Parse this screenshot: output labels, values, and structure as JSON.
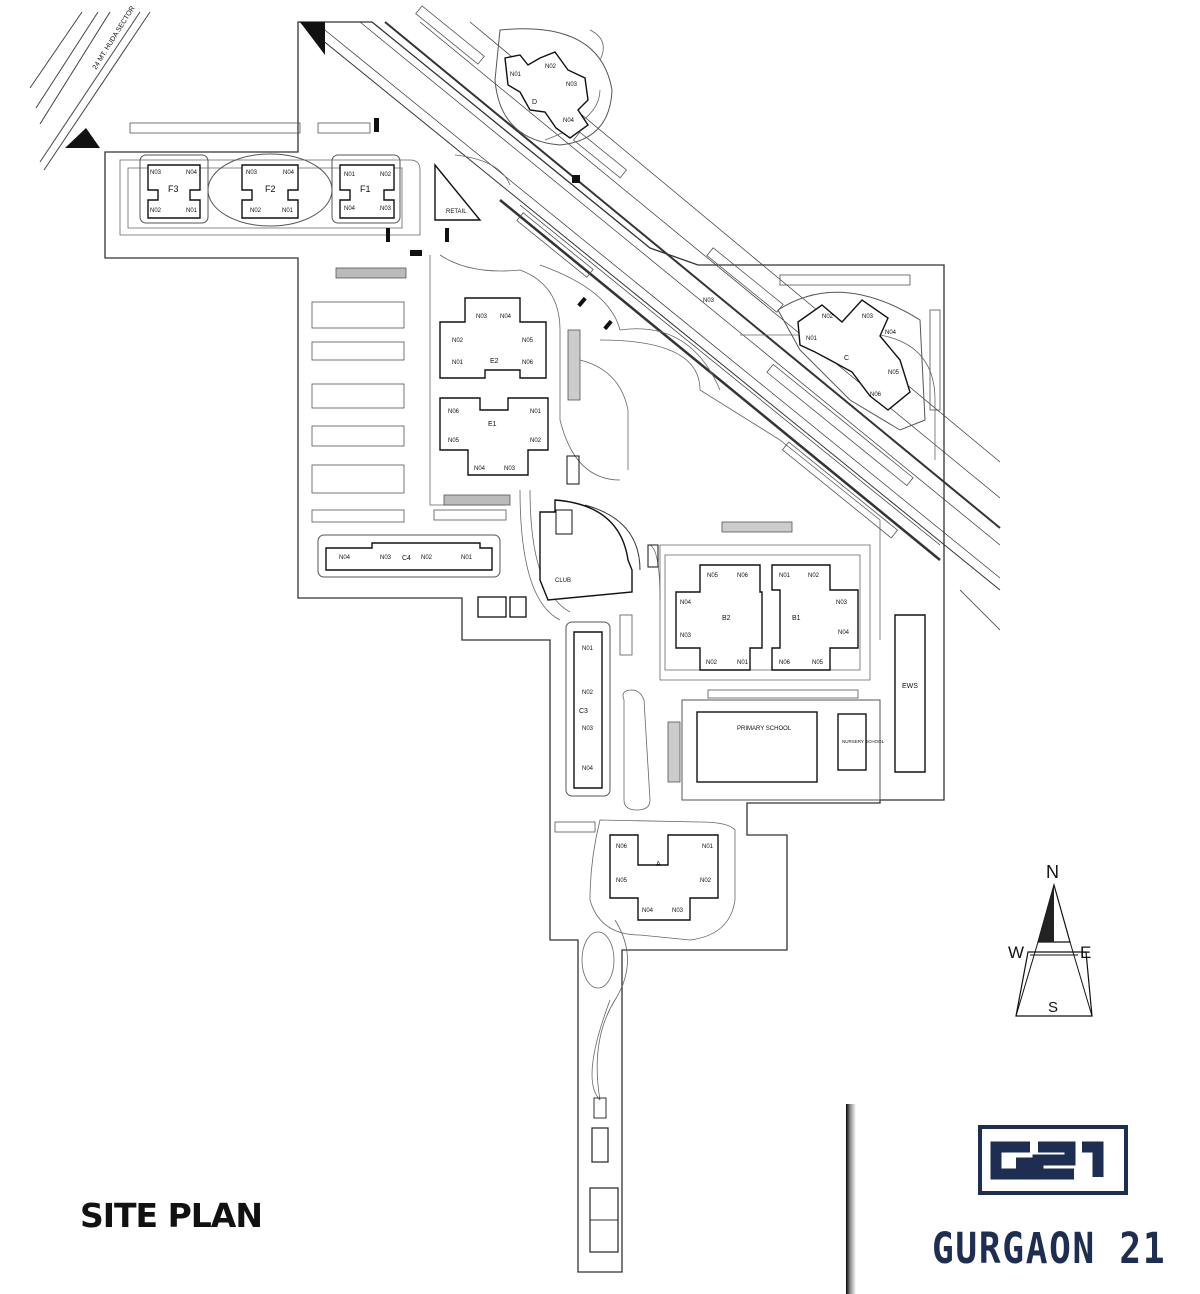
{
  "site_plan": {
    "title": "SITE PLAN",
    "road_label": "24 MT. HUDA SECTOR",
    "towers": [
      {
        "name": "F3",
        "units": [
          "N03",
          "N04",
          "N02",
          "N01"
        ]
      },
      {
        "name": "F2",
        "units": [
          "N03",
          "N04",
          "N02",
          "N01"
        ]
      },
      {
        "name": "F1",
        "units": [
          "N01",
          "N02",
          "N04",
          "N03"
        ]
      },
      {
        "name": "D",
        "units": [
          "N01",
          "N02",
          "N03",
          "N04"
        ]
      },
      {
        "name": "E2",
        "units": [
          "N03",
          "N04",
          "N02",
          "N05",
          "N01",
          "N06"
        ]
      },
      {
        "name": "E1",
        "units": [
          "N06",
          "N01",
          "N05",
          "N02",
          "N04",
          "N03"
        ]
      },
      {
        "name": "C",
        "units": [
          "N02",
          "N03",
          "N01",
          "N04",
          "N05",
          "N06"
        ]
      },
      {
        "name": "C4",
        "units": [
          "N04",
          "N03",
          "N02",
          "N01"
        ]
      },
      {
        "name": "B2",
        "units": [
          "N05",
          "N06",
          "N04",
          "N03",
          "N02",
          "N01"
        ]
      },
      {
        "name": "B1",
        "units": [
          "N01",
          "N02",
          "N03",
          "N04",
          "N06",
          "N05"
        ]
      },
      {
        "name": "C3",
        "units": [
          "N01",
          "N02",
          "N03",
          "N04"
        ]
      },
      {
        "name": "A",
        "units": [
          "N06",
          "N01",
          "N05",
          "N02",
          "N04",
          "N03"
        ]
      }
    ],
    "labels": {
      "retail": "RETAIL",
      "club": "CLUB",
      "ews": "EWS",
      "primary_school": "PRIMARY SCHOOL",
      "nursery_school": "NURSERY SCHOOL",
      "n03_parking": "N03"
    }
  },
  "compass": {
    "north": "N",
    "south": "S",
    "east": "E",
    "west": "W"
  },
  "brand": {
    "logo_mark": "G21",
    "name": "GURGAON 21",
    "color": "#1e2e52"
  }
}
